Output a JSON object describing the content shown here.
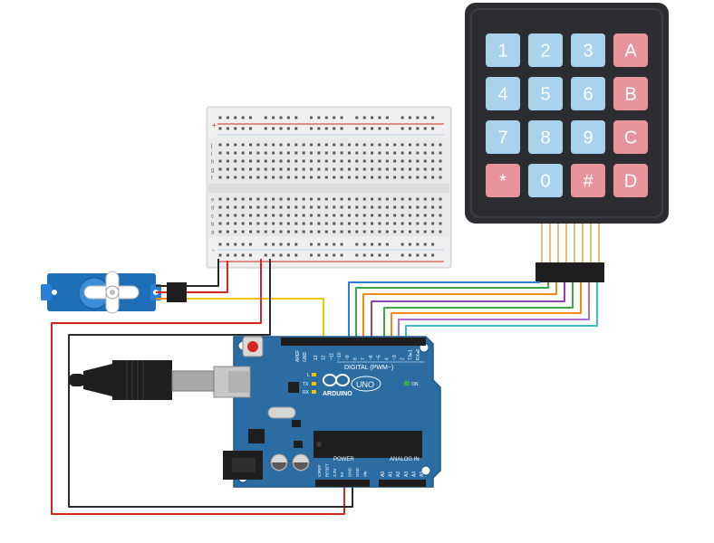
{
  "keypad": {
    "keys": [
      {
        "label": "1",
        "kind": "num"
      },
      {
        "label": "2",
        "kind": "num"
      },
      {
        "label": "3",
        "kind": "num"
      },
      {
        "label": "A",
        "kind": "letter"
      },
      {
        "label": "4",
        "kind": "num"
      },
      {
        "label": "5",
        "kind": "num"
      },
      {
        "label": "6",
        "kind": "num"
      },
      {
        "label": "B",
        "kind": "letter"
      },
      {
        "label": "7",
        "kind": "num"
      },
      {
        "label": "8",
        "kind": "num"
      },
      {
        "label": "9",
        "kind": "num"
      },
      {
        "label": "C",
        "kind": "letter"
      },
      {
        "label": "*",
        "kind": "letter"
      },
      {
        "label": "0",
        "kind": "num"
      },
      {
        "label": "#",
        "kind": "letter"
      },
      {
        "label": "D",
        "kind": "letter"
      }
    ],
    "colors": {
      "body": "#2b2d31",
      "num": "#a9d2ec",
      "letter": "#e8949c",
      "text": "#ffffff"
    }
  },
  "arduino": {
    "brand": "ARDUINO",
    "model": "UNO",
    "digital_label": "DIGITAL (PWM~)",
    "power_label": "POWER",
    "analog_label": "ANALOG IN",
    "on_label": "ON",
    "tx_label": "TX",
    "rx_label": "RX",
    "l_label": "L",
    "aref_label": "AREF",
    "gnd_label": "GND",
    "digital_pins": [
      "13",
      "12",
      "~11",
      "~10",
      "~9",
      "8",
      "7",
      "~6",
      "~5",
      "4",
      "~3",
      "2",
      "TX▸1",
      "RX◂0"
    ],
    "power_pins": [
      "IOREF",
      "RESET",
      "3.3V",
      "5V",
      "GND",
      "GND",
      "Vin"
    ],
    "analog_pins": [
      "A0",
      "A1",
      "A2",
      "A3",
      "A4",
      "A5"
    ],
    "colors": {
      "board": "#2b6ca3",
      "board_dark": "#1f5686",
      "silk": "#ffffff"
    }
  },
  "breadboard": {
    "row_letters_top": [
      "j",
      "i",
      "h",
      "g",
      "f"
    ],
    "row_letters_bottom": [
      "e",
      "d",
      "c",
      "b",
      "a"
    ],
    "rail_plus": "+",
    "rail_minus": "-"
  },
  "wires": {
    "colors": {
      "red": "#d7261e",
      "black": "#2a2a2a",
      "yellow": "#f2c500",
      "blue": "#2a7fd6",
      "green": "#3aa845",
      "orange": "#f08a16",
      "purple": "#8e44ad",
      "violet": "#b06ad8",
      "cyan": "#3fb8c9"
    }
  }
}
